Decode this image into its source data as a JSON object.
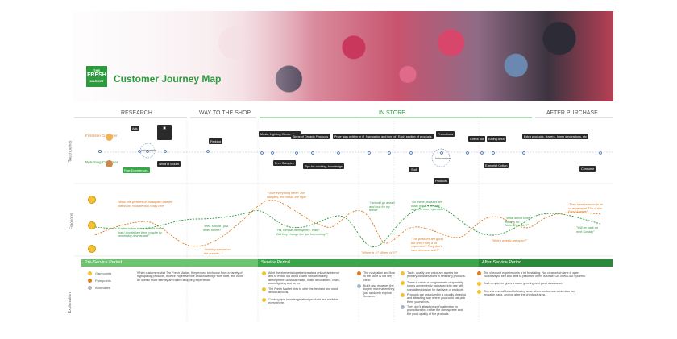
{
  "title": "Customer Journey Map",
  "logo": {
    "line1": "THE",
    "line2": "FRESH",
    "line3": "MARKET"
  },
  "phases": {
    "research": "RESEARCH",
    "way": "WAY TO THE SHOP",
    "instore": "IN STORE",
    "after": "AFTER PURCHASE"
  },
  "rows": {
    "touchpoints": "Touchpoints",
    "emotions": "Emotions",
    "explanation": "Explanation"
  },
  "personas": {
    "first": "First-time Customer",
    "returning": "Returning Customer"
  },
  "touchpoints": {
    "ads": "Ads",
    "information1": "Information",
    "past": "Past Experiences",
    "word": "Word of Mouth",
    "parking": "Parking",
    "music": "Music, Lighting, Decorations",
    "free": "Free Samples",
    "signs": "Signs of Organic Products",
    "tips": "Tips for cooking, knowledge",
    "price": "Price tags written in chalk",
    "navigation": "Navigation and flow of the store",
    "each": "Each section of products",
    "staff": "Staff",
    "promotions": "Promotions",
    "information2": "Information",
    "products": "Products",
    "checkout": "Check out",
    "eating": "Eating Area",
    "ereceipt": "E-receipt Option",
    "extra": "Extra products, flowers, home decorations, etc",
    "consume": "Consume"
  },
  "quotes": {
    "q1": [
      "\"Wow, the pictures on Instagram and the",
      "videos on Youtube look really nice\""
    ],
    "q2": [
      "\"I want to buy some French bread",
      "that I bought last time, maybe by",
      "something new as well\""
    ],
    "q3": [
      "\"Well, should I just",
      "order online?\""
    ],
    "q4": [
      "\"Nothing special on",
      "the outside...\""
    ],
    "q5": [
      "\"I love everything here!! The",
      "samples, the music, the style.\""
    ],
    "q6": [
      "\"Ha, familiar atmosphere. Wait?",
      "Did they change the tips for cooking?\""
    ],
    "q7": [
      "\"Where is X? Where is Y?\""
    ],
    "q8": [
      "\"I should go ahead",
      "and look for my",
      "bread\""
    ],
    "q9": [
      "\"Oh these products are",
      "really fresh. The staff",
      "answers every question\""
    ],
    "q10": [
      "\"The products are good,",
      "but aren't they a bit",
      "expensive? They don't",
      "have items on sale?\""
    ],
    "q11": [
      "\"What about some",
      "flowers for",
      "Valentines Day?\""
    ],
    "q12": [
      "\"Which weekly are open?\""
    ],
    "q13": [
      "\"They have reasons to be",
      "so expensive! This is the",
      "Fresh Market!\""
    ],
    "q14": [
      "\"Will go back on",
      "next Sunday\""
    ]
  },
  "periods": {
    "pre": "Pre-Service Period",
    "service": "Service Period",
    "after": "After-Service Period"
  },
  "legend": {
    "gain": "Gain points",
    "pain": "Pain points",
    "anomalies": "Anomalies"
  },
  "explanations": {
    "pre": [
      "When customers visit The Fresh Market, they expect to choose from a variety of",
      "high quality products, receive expert service and knowledge from staff, and have",
      "an overall more friendly and warm shopping experience."
    ],
    "s1": [
      "All of the elements together create a unique ambience",
      "and to evoke old world charm with an inviting",
      "atmosphere: classical music, rustic decorations, chalk,",
      "warm lighting and so on."
    ],
    "s2": [
      "The Fresh Market tries to offer the freshest and most",
      "delicious foods."
    ],
    "s3": [
      "Cooking tips, knowledge about products are available",
      "everywhere."
    ],
    "n1": [
      "The navigation and flow",
      "in the store is not very",
      "clear."
    ],
    "n2": [
      "But it also engages the",
      "buyers more when they",
      "just randomly explore",
      "the area"
    ],
    "t1": [
      "Taste, quality and value are always the",
      "primary considerations in selecting products."
    ],
    "t2": [
      "There is rather a conglomerate of specialty",
      "stores conveniently packaged into one with",
      "specialized design for that type of products."
    ],
    "t3": [
      "Products are organized in a visually pleasing",
      "and attracting way where you could just pick",
      "them yourselves."
    ],
    "t4": [
      "They don't attract people's attention by",
      "promotions but rather the atmosphere and",
      "the good quality of the products"
    ],
    "a1": [
      "The checkout experience is a bit frustrating. Not clear which lane is open.",
      "No conveyor belt and area to place the items is small. Old check-out systems."
    ],
    "a2": [
      "Each employee gives a warm greeting and great assistance."
    ],
    "a3": [
      "There is a small beautiful eating area where customers could also buy",
      "reusable bags, and ice after the checkout area."
    ]
  },
  "colors": {
    "green": "#2e9a3e",
    "orange": "#e07a1e",
    "blue": "#2f5fa8",
    "gray": "#aab4c8",
    "dark": "#2a2a2a"
  }
}
